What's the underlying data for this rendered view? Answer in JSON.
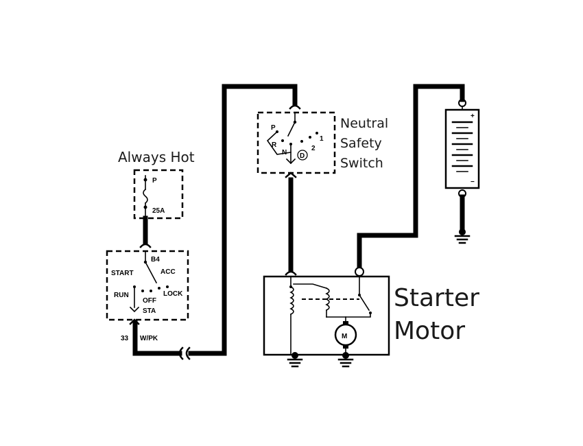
{
  "labels": {
    "always_hot": "Always Hot",
    "neutral_safety_switch": [
      "Neutral",
      "Safety",
      "Switch"
    ],
    "starter_motor": [
      "Starter",
      "Motor"
    ]
  },
  "fuse_block": {
    "terminal": "P",
    "rating": "25A"
  },
  "ignition_switch": {
    "terminal": "B4",
    "positions": [
      "START",
      "ACC",
      "RUN",
      "LOCK",
      "OFF",
      "STA"
    ],
    "circuit_number": "33",
    "wire_color": "W/PK"
  },
  "neutral_switch": {
    "positions": [
      "P",
      "R",
      "N",
      "D",
      "1",
      "2"
    ]
  },
  "motor": {
    "symbol": "M"
  }
}
